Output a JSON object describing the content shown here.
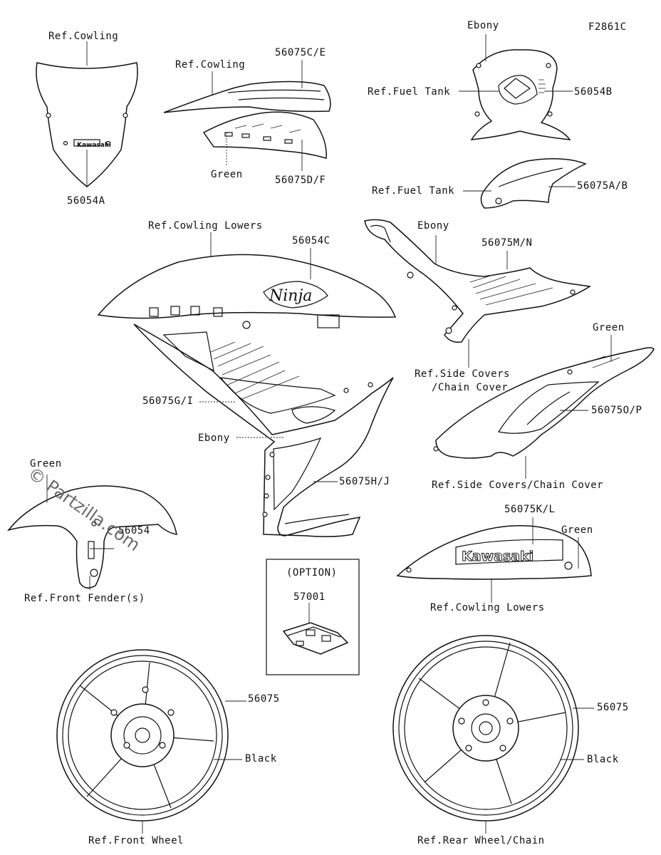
{
  "figure_code": "F2861C",
  "watermark": "© Partzilla.com",
  "logo_texts": {
    "windscreen_logo": "Kawasaki",
    "ninja_logo": "Ninja",
    "lower_logo": "Kawasaki"
  },
  "labels": {
    "ref_cowling_windscreen": "Ref.Cowling",
    "p56054A": "56054A",
    "ref_cowling_upper": "Ref.Cowling",
    "p56075CE": "56075C/E",
    "green_upper": "Green",
    "p56075DF": "56075D/F",
    "ebony_tank": "Ebony",
    "ref_fuel_tank_1": "Ref.Fuel Tank",
    "p56054B": "56054B",
    "ref_fuel_tank_2": "Ref.Fuel Tank",
    "p56075AB": "56075A/B",
    "ref_cowling_lowers_1": "Ref.Cowling Lowers",
    "p56054C": "56054C",
    "ebony_side": "Ebony",
    "p56075MN": "56075M/N",
    "ref_side_covers_1": "Ref.Side Covers",
    "chain_cover_1": "/Chain Cover",
    "green_tail": "Green",
    "p56075OP": "56075O/P",
    "ref_side_covers_2": "Ref.Side Covers/Chain Cover",
    "p56075GI": "56075G/I",
    "ebony_fairing": "Ebony",
    "p56075HJ": "56075H/J",
    "green_fender": "Green",
    "p56054": "56054",
    "ref_front_fender": "Ref.Front Fender(s)",
    "p56075KL": "56075K/L",
    "green_lower": "Green",
    "ref_cowling_lowers_2": "Ref.Cowling Lowers",
    "option": "(OPTION)",
    "p57001": "57001",
    "p56075_front": "56075",
    "black_front": "Black",
    "ref_front_wheel": "Ref.Front Wheel",
    "p56075_rear": "56075",
    "black_rear": "Black",
    "ref_rear_wheel": "Ref.Rear Wheel/Chain"
  }
}
